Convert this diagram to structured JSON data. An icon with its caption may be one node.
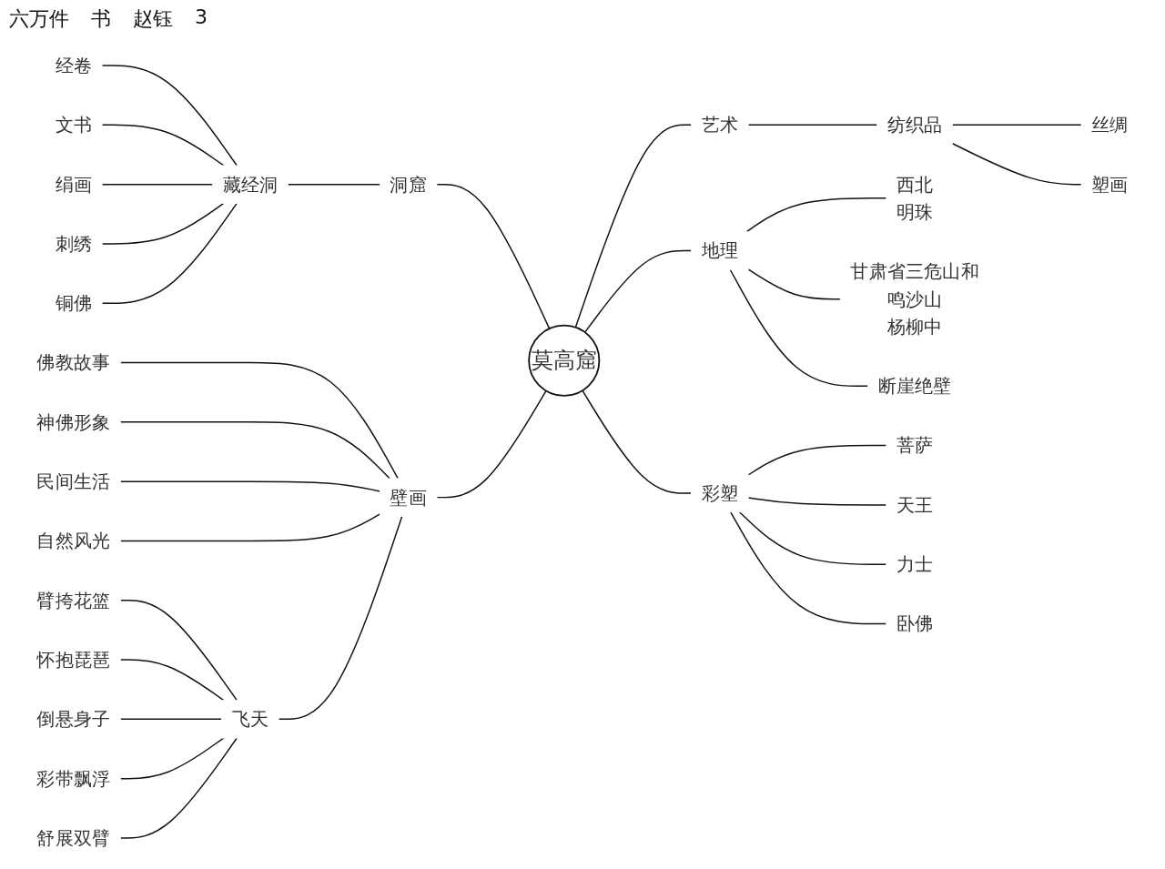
{
  "diagram": {
    "nodes": [
      {
        "text": [
          "莫高窟"
        ]
      },
      {
        "text": [
          "艺术"
        ]
      },
      {
        "text": [
          "纺织品"
        ]
      },
      {
        "text": [
          "丝绸"
        ]
      },
      {
        "text": [
          "塑画"
        ]
      },
      {
        "text": [
          "洞窟"
        ]
      },
      {
        "text": [
          "藏经洞"
        ]
      },
      {
        "text": [
          "经卷"
        ]
      },
      {
        "text": [
          "文书"
        ]
      },
      {
        "text": [
          "绢画"
        ]
      },
      {
        "text": [
          "刺绣"
        ]
      },
      {
        "text": [
          "铜佛"
        ]
      },
      {
        "text": [
          "地理"
        ]
      },
      {
        "text": [
          "西北",
          "明珠"
        ]
      },
      {
        "text": [
          "甘肃省三危山和",
          "鸣沙山",
          "杨柳中"
        ]
      },
      {
        "text": [
          "断崖绝壁"
        ]
      },
      {
        "text": [
          "壁画"
        ]
      },
      {
        "text": [
          "佛教故事"
        ]
      },
      {
        "text": [
          "神佛形象"
        ]
      },
      {
        "text": [
          "民间生活"
        ]
      },
      {
        "text": [
          "自然风光"
        ]
      },
      {
        "text": [
          "飞天"
        ]
      },
      {
        "text": [
          "臂挎花篮"
        ]
      },
      {
        "text": [
          "怀抱琵琶"
        ]
      },
      {
        "text": [
          "倒悬身子"
        ]
      },
      {
        "text": [
          "彩带飘浮"
        ]
      },
      {
        "text": [
          "舒展双臂"
        ]
      },
      {
        "text": [
          "彩塑"
        ]
      },
      {
        "text": [
          "菩萨"
        ]
      },
      {
        "text": [
          "天王"
        ]
      },
      {
        "text": [
          "力士"
        ]
      },
      {
        "text": [
          "卧佛"
        ]
      }
    ],
    "edges": [
      {
        "from": 0,
        "to": 1,
        "arrow": "none"
      },
      {
        "from": 1,
        "to": 2,
        "arrow": "none"
      },
      {
        "from": 2,
        "to": 3,
        "arrow": "none"
      },
      {
        "from": 2,
        "to": 4,
        "arrow": "none"
      },
      {
        "from": 0,
        "to": 5,
        "arrow": "none"
      },
      {
        "from": 5,
        "to": 6,
        "arrow": "none"
      },
      {
        "from": 6,
        "to": 7,
        "arrow": "none"
      },
      {
        "from": 6,
        "to": 8,
        "arrow": "none"
      },
      {
        "from": 6,
        "to": 9,
        "arrow": "none"
      },
      {
        "from": 6,
        "to": 10,
        "arrow": "none"
      },
      {
        "from": 6,
        "to": 11,
        "arrow": "none"
      },
      {
        "from": 0,
        "to": 12,
        "arrow": "none"
      },
      {
        "from": 12,
        "to": 13,
        "arrow": "none"
      },
      {
        "from": 12,
        "to": 14,
        "arrow": "none"
      },
      {
        "from": 12,
        "to": 15,
        "arrow": "none"
      },
      {
        "from": 0,
        "to": 16,
        "arrow": "none"
      },
      {
        "from": 16,
        "to": 17,
        "arrow": "none"
      },
      {
        "from": 16,
        "to": 18,
        "arrow": "none"
      },
      {
        "from": 16,
        "to": 19,
        "arrow": "none"
      },
      {
        "from": 16,
        "to": 20,
        "arrow": "none"
      },
      {
        "from": 16,
        "to": 21,
        "arrow": "none"
      },
      {
        "from": 21,
        "to": 22,
        "arrow": "none"
      },
      {
        "from": 21,
        "to": 23,
        "arrow": "none"
      },
      {
        "from": 21,
        "to": 24,
        "arrow": "none"
      },
      {
        "from": 21,
        "to": 25,
        "arrow": "none"
      },
      {
        "from": 21,
        "to": 26,
        "arrow": "none"
      },
      {
        "from": 0,
        "to": 27,
        "arrow": "none"
      },
      {
        "from": 27,
        "to": 28,
        "arrow": "none"
      },
      {
        "from": 27,
        "to": 29,
        "arrow": "none"
      },
      {
        "from": 27,
        "to": 30,
        "arrow": "none"
      },
      {
        "from": 27,
        "to": 31,
        "arrow": "none"
      }
    ],
    "labels": [
      "六万件",
      "书",
      "赵钰",
      "3"
    ]
  }
}
